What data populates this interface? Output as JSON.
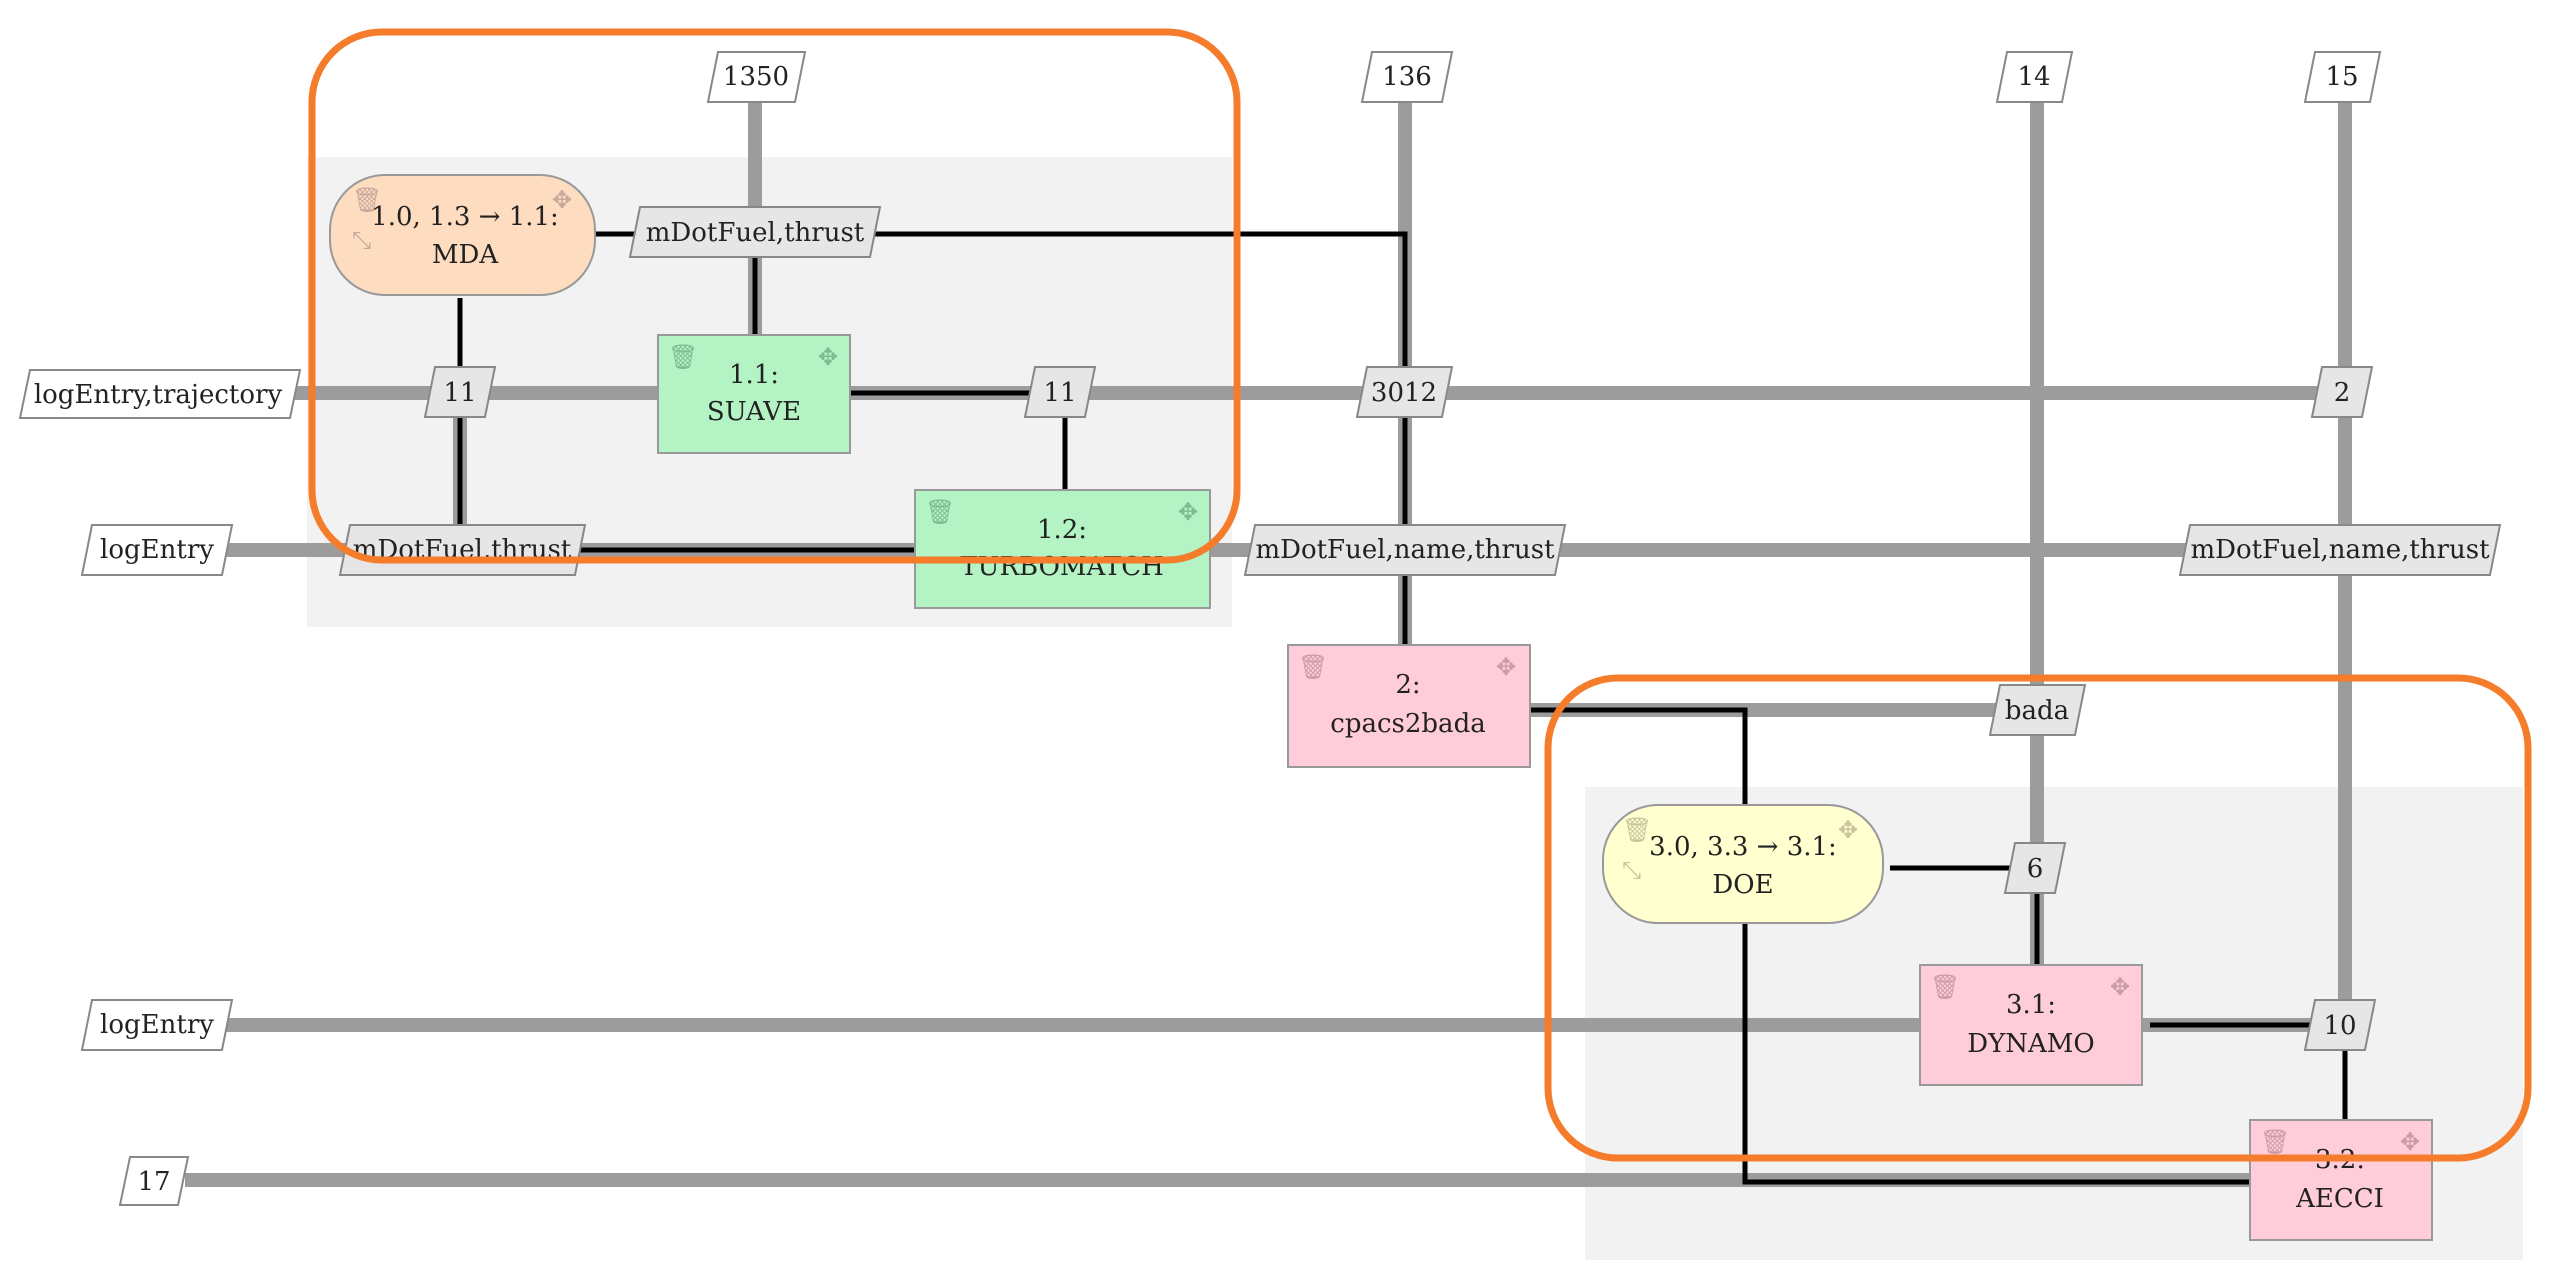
{
  "inputs": {
    "top_1350": "1350",
    "top_136": "136",
    "top_14": "14",
    "top_15": "15",
    "left_trajectory": "logEntry,trajectory",
    "left_logentry_1": "logEntry",
    "left_logentry_2": "logEntry",
    "left_17": "17"
  },
  "nodes": {
    "mda": {
      "line1": "1.0, 1.3 → 1.1:",
      "line2": "MDA"
    },
    "suave": {
      "line1": "1.1:",
      "line2": "SUAVE"
    },
    "turbomatch": {
      "line1": "1.2:",
      "line2": "TURBOMATCH"
    },
    "cpacs2bada": {
      "line1": "2:",
      "line2": "cpacs2bada"
    },
    "doe": {
      "line1": "3.0, 3.3 → 3.1:",
      "line2": "DOE"
    },
    "dynamo": {
      "line1": "3.1:",
      "line2": "DYNAMO"
    },
    "aecci": {
      "line1": "3.2:",
      "line2": "AECCI"
    }
  },
  "couplings": {
    "mda_out": "mDotFuel,thrust",
    "c11_a": "11",
    "c11_b": "11",
    "c3012": "3012",
    "c2": "2",
    "tm_in": "mDotFuel,thrust",
    "tm_out": "mDotFuel,name,thrust",
    "tm_right": "mDotFuel,name,thrust",
    "bada": "bada",
    "c6": "6",
    "c10": "10"
  },
  "icons": {
    "delete": "trash-icon",
    "move": "move-icon",
    "collapse": "collapse-icon"
  },
  "colors": {
    "mda_fill": "#fddcbf",
    "suave_fill": "#b3f3c4",
    "tool_pink": "#ffccd9",
    "doe_fill": "#ffffcf",
    "group_bg": "#f2f2f2",
    "highlight": "#f47c2a",
    "gray_line": "#9c9c9c",
    "black_line": "#000000"
  }
}
